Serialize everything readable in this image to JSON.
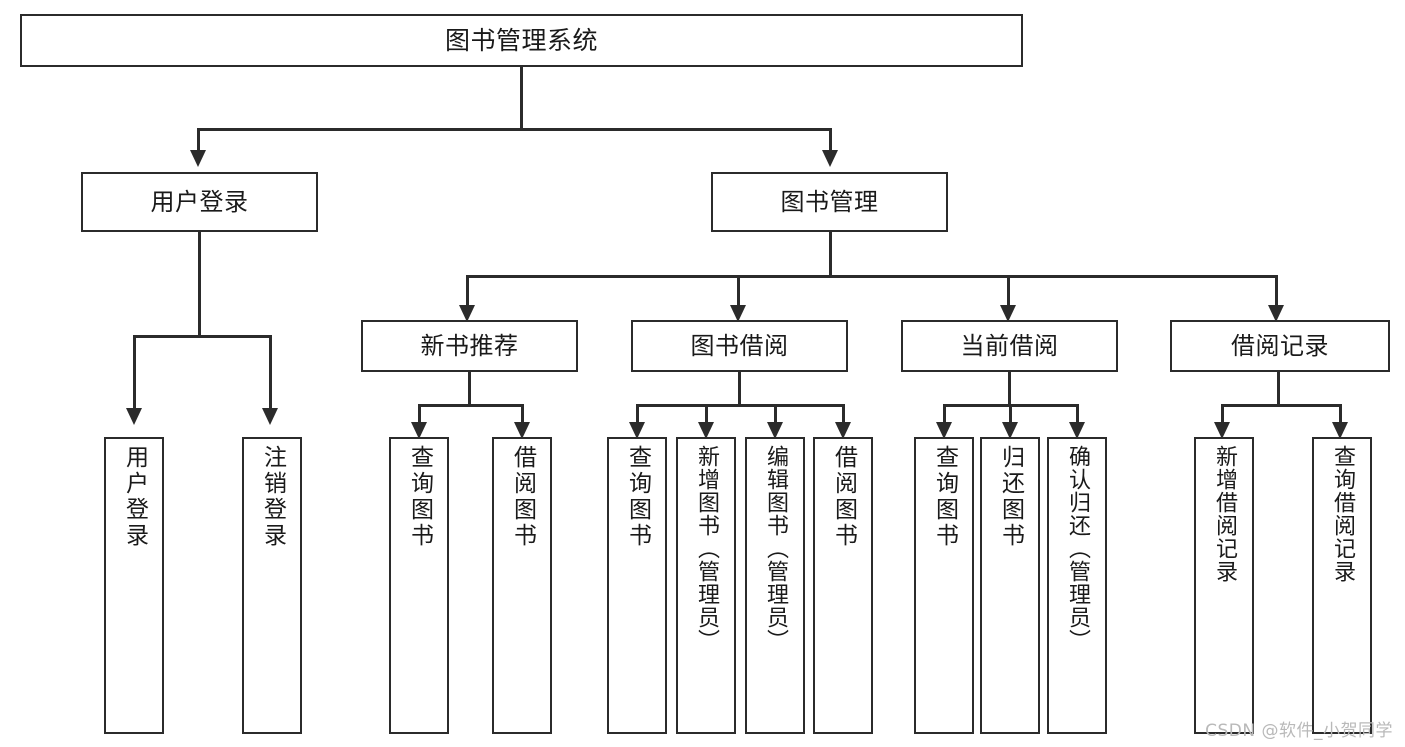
{
  "diagram": {
    "type": "tree-hierarchy",
    "title": "图书管理系统",
    "orientation": "top-down",
    "colors": {
      "stroke": "#2b2b2b",
      "fill": "#ffffff",
      "text": "#1a1a1a",
      "watermark": "#b9b9b9"
    },
    "levels": 4
  },
  "root": {
    "label": "图书管理系统"
  },
  "level2": [
    {
      "label": "用户登录"
    },
    {
      "label": "图书管理"
    }
  ],
  "level3": [
    {
      "label": "新书推荐"
    },
    {
      "label": "图书借阅"
    },
    {
      "label": "当前借阅"
    },
    {
      "label": "借阅记录"
    }
  ],
  "leaves": {
    "user_login": [
      {
        "label": "用户登录"
      },
      {
        "label": "注销登录"
      }
    ],
    "new_book_recommend": [
      {
        "label": "查询图书"
      },
      {
        "label": "借阅图书"
      }
    ],
    "book_borrow": [
      {
        "label": "查询图书"
      },
      {
        "label": "新增图书（管理员）"
      },
      {
        "label": "编辑图书（管理员）"
      },
      {
        "label": "借阅图书"
      }
    ],
    "current_borrow": [
      {
        "label": "查询图书"
      },
      {
        "label": "归还图书"
      },
      {
        "label": "确认归还（管理员）"
      }
    ],
    "borrow_record": [
      {
        "label": "新增借阅记录"
      },
      {
        "label": "查询借阅记录"
      }
    ]
  },
  "watermark": {
    "text": "CSDN @软件_小贺同学"
  }
}
